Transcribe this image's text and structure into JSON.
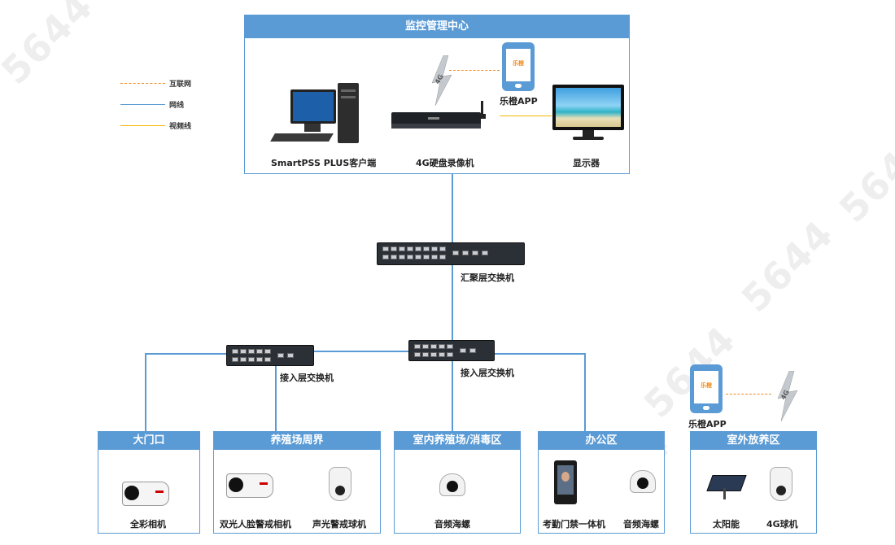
{
  "watermark": "5644",
  "legend": {
    "internet": "互联网",
    "network_cable": "网线",
    "video_cable": "视频线",
    "colors": {
      "internet": "#f28b1c",
      "network_cable": "#5b9bd5",
      "video_cable": "#f5b800"
    }
  },
  "center": {
    "title": "监控管理中心",
    "devices": {
      "client": "SmartPSS  PLUS客户端",
      "nvr": "4G硬盘录像机",
      "monitor": "显示器",
      "app": "乐橙APP",
      "app_logo": "乐橙",
      "signal": "4G"
    }
  },
  "switches": {
    "aggregation": "汇聚层交换机",
    "access_left": "接入层交换机",
    "access_right": "接入层交换机"
  },
  "outdoor_app": {
    "app": "乐橙APP",
    "app_logo": "乐橙",
    "signal": "4G"
  },
  "zones": [
    {
      "title": "大门口",
      "devices": [
        "全彩相机"
      ]
    },
    {
      "title": "养殖场周界",
      "devices": [
        "双光人脸警戒相机",
        "声光警戒球机"
      ]
    },
    {
      "title": "室内养殖场/消毒区",
      "devices": [
        "音频海螺"
      ]
    },
    {
      "title": "办公区",
      "devices": [
        "考勤门禁一体机",
        "音频海螺"
      ]
    },
    {
      "title": "室外放养区",
      "devices": [
        "太阳能",
        "4G球机"
      ]
    }
  ],
  "brand_color": "#5b9bd5"
}
